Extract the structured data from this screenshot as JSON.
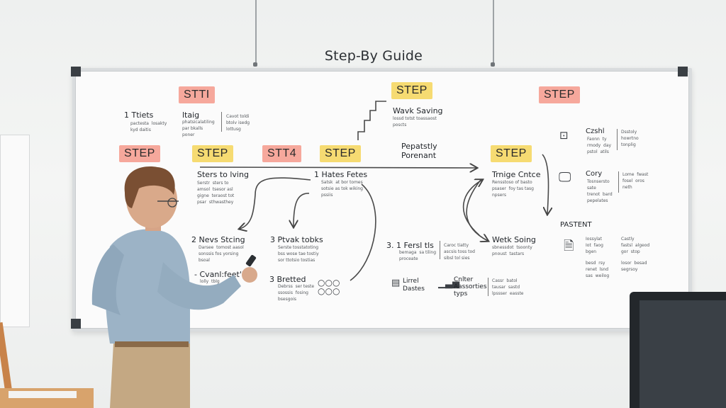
{
  "wall_title": "Step-By Guide",
  "tags": {
    "t1": "STTI",
    "t2": "STEP",
    "t3": "STEP",
    "t4": "STEP",
    "t5": "STT4",
    "t6": "STEP",
    "t7": "STEP",
    "t8": "STEP"
  },
  "colors": {
    "tag_red": "#f6a89c",
    "tag_yellow": "#f6db72",
    "board": "#fbfbfb"
  },
  "left_col": {
    "h1": "1  Ttiets",
    "s1": "pactesta  losakty\nkyd daitis",
    "h2": "ltaig",
    "s2": "phatsicalatiling\npar bkalls\nponer",
    "s3": "Cavot toldi\nbtolv isedg\nlottusg",
    "h4": "Sters to lving",
    "s4": "Serstr  sters to\namsol  tsesor asl\ngigne  teraost tot\npsar  sthwasthey",
    "h5": "2  Nevs Stcing",
    "s5": "Darsee  tomost aasol\nsonssis fos yorsing\nbsoal",
    "h6": "-  Cvanl:feet'l",
    "s6": "lolly  tblg"
  },
  "mid_col": {
    "h1": "Wavk Saving",
    "s1": "lossd totst toassaost\nposcts",
    "h2": "Pepatstly",
    "h3": "Porenant",
    "h4": "1  Hates Fetes",
    "s4": "Satsk  at bor tomes\nsotsie as tok wiking\npssiis",
    "h5": "3  Ptvak tobks",
    "s5": "Serste tosstatoting\nbss wose tae tostiy\nsor ttotsio tostias",
    "h6": "3  Bretted",
    "s6": "Debrss  ser teste\nssossis  fosing\nbsesgois",
    "h7": "3.  1  Fersl tls",
    "s7": "bemaga  sa tiling\nproceate",
    "h8": "Caroc tiatty",
    "s8": "ascsis toss tod\nsibsl tol sies",
    "h9": "Lirrel\nDastes",
    "h10": "Cnlter\nAassorties\ntyps",
    "s10": "Cassr  batol\ntausar  sastd\nlpssser  easste"
  },
  "right_col": {
    "h1": "Trnige Cntce",
    "s1": "Rensstoso of basto\npsaser  foy tas tasg\nnpsers",
    "h2": "Wetk Soing",
    "s2": "sbnessdot  tsoonty\npnoust  tastars",
    "h3": "Czshl",
    "s3": "Faonn  ty\nrmody  day\npstol  atils",
    "s3b": "Dsstoly\nhowrtno\ntonplig",
    "h4": "Cory",
    "s4": "Tosnsersto\nsate\ntrenot  bard\npepelates",
    "s4b": "Lome  fwast\nfosel  oros\nneth",
    "h5": "PASTENT",
    "s5": "Iossylat\nIot  faog\nbgen",
    "s5b": "Castly\nfastsl  algeod\ngor  stop",
    "s6": "besd  rsy\nrenet  lsnd\nsas  weilog",
    "s6b": "losor  besad\nsegrsoy"
  }
}
